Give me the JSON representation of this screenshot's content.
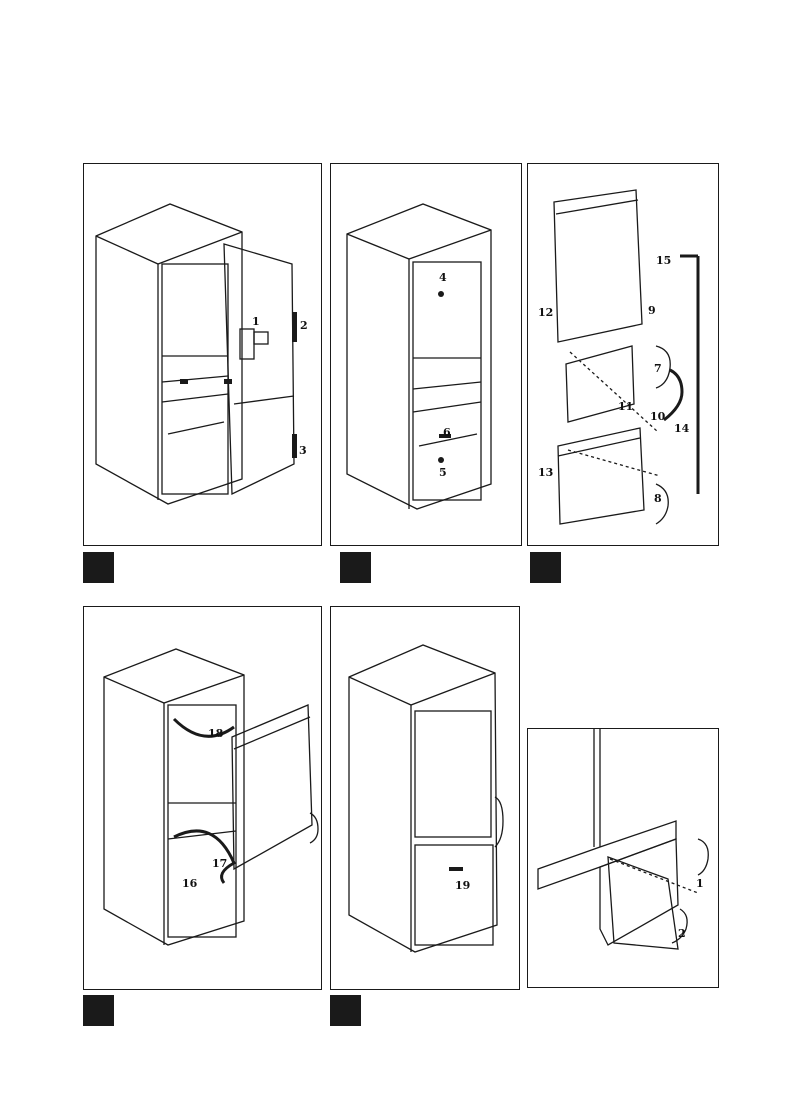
{
  "colors": {
    "line": "#1a1a1a",
    "marker": "#1a1a1a",
    "background": "#ffffff"
  },
  "panels": [
    {
      "id": "step-a",
      "labels": [
        "1",
        "2",
        "3"
      ]
    },
    {
      "id": "step-b",
      "labels": [
        "4",
        "5",
        "6"
      ]
    },
    {
      "id": "step-c",
      "labels": [
        "15",
        "12",
        "9",
        "7",
        "11",
        "10",
        "14",
        "13",
        "8"
      ]
    },
    {
      "id": "step-d",
      "labels": [
        "18",
        "17",
        "16"
      ]
    },
    {
      "id": "step-e",
      "labels": [
        "19"
      ]
    },
    {
      "id": "step-f",
      "labels": [
        "1",
        "2"
      ]
    }
  ]
}
